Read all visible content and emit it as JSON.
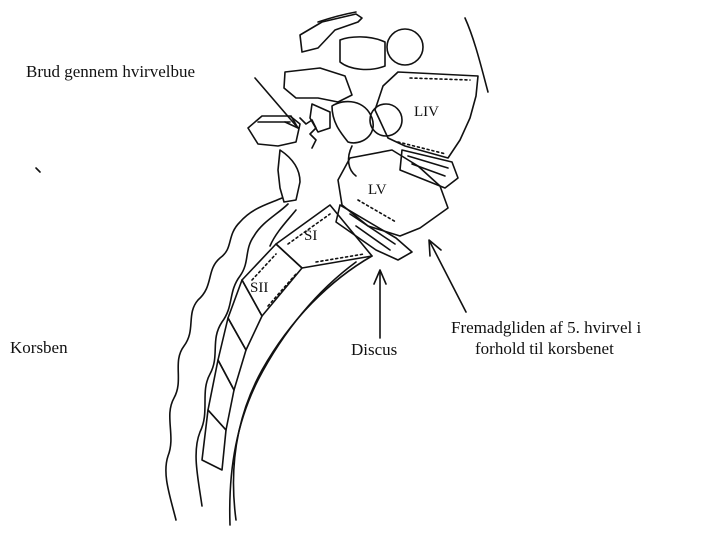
{
  "labels": {
    "fracture": "Brud gennem hvirvelbue",
    "sacrum": "Korsben",
    "disc": "Discus",
    "slip_line1": "Fremadgliden af 5. hvirvel i",
    "slip_line2": "forhold til korsbenet"
  },
  "vertebra_labels": {
    "l4": "LIV",
    "l5": "LV",
    "s1": "SI",
    "s2": "SII"
  },
  "colors": {
    "ink": "#111111",
    "background": "#ffffff"
  }
}
